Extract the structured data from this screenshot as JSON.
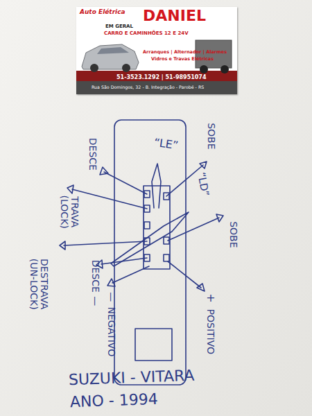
{
  "diagram": {
    "nodes": [
      {
        "text": [
          "Auto Elétrica",
          "DANIEL",
          "EM GERAL",
          "CARRO E CAMINHÕES 12 E 24V",
          "Arranques | Alternador | Alarmes",
          "Vidros e Travas Elétricas",
          "51-3523.1292 | 51-98951074",
          "Rua São Domingos, 32 - B. Integração - Parobé - RS"
        ]
      }
    ],
    "labels": [
      "“LE”",
      "DESCE",
      "SOBE",
      "“LD”",
      "TRAVA (LOCK)",
      "SOBE",
      "DESTRAVA (UN-LOCK)",
      "DESCE",
      "—",
      "—",
      "NEGATIVO",
      "+",
      "POSITIVO",
      "SUZUKI - VITARA",
      "ANO - 1994"
    ]
  }
}
